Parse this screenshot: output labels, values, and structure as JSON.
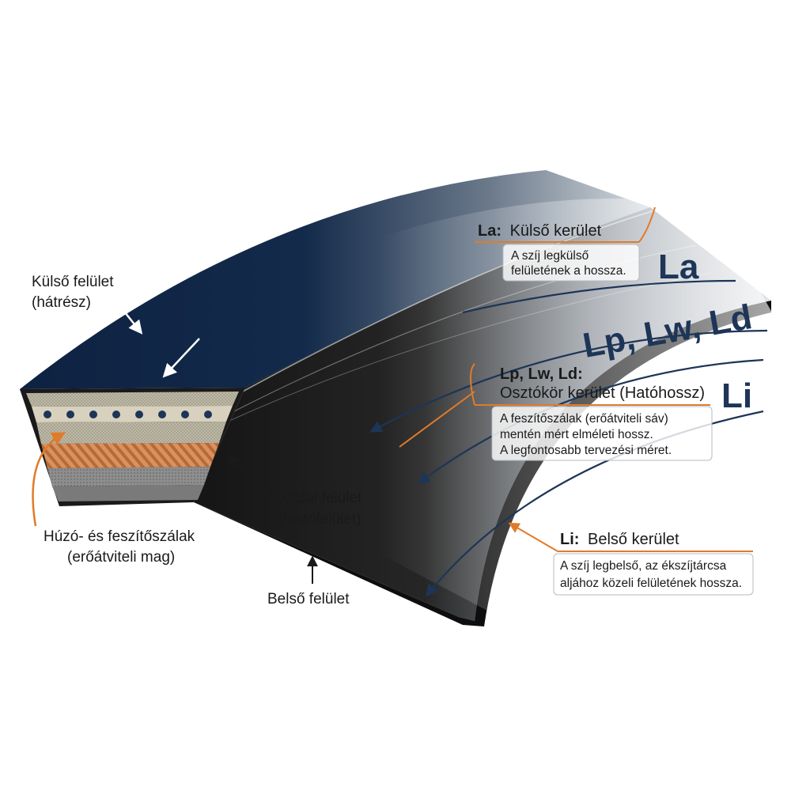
{
  "labels": {
    "outer_surface": [
      "Külső felület",
      "(hátrész)"
    ],
    "side_surface": [
      "Oldal felület",
      "(hajtófelület)"
    ],
    "inner_surface": "Belső felület",
    "cords": [
      "Húzó- és feszítőszálak",
      "(erőátviteli mag)"
    ]
  },
  "curve_labels": {
    "la": "La",
    "lp": "Lp, Lw, Ld",
    "li": "Li"
  },
  "callouts": {
    "la": {
      "code": "La:",
      "title": "Külső kerület",
      "lines": [
        "A szíj legkülső",
        "felületének a hossza."
      ]
    },
    "lp": {
      "code": "Lp, Lw, Ld:",
      "title": "Osztókör kerület (Hatóhossz)",
      "lines": [
        "A feszítőszálak (erőátviteli sáv)",
        "mentén mért elméleti hossz.",
        "A legfontosabb tervezési méret."
      ]
    },
    "li": {
      "code": "Li:",
      "title": "Belső kerület",
      "lines": [
        "A szíj legbelső, az ékszíjtárcsa",
        "aljához közeli felületének hossza."
      ]
    }
  },
  "colors": {
    "belt_top": "#0f2340",
    "belt_side": "#1c1c1c",
    "orange": "#e07b2a",
    "navy_text": "#1d3557",
    "arrow": "#1d3557"
  }
}
